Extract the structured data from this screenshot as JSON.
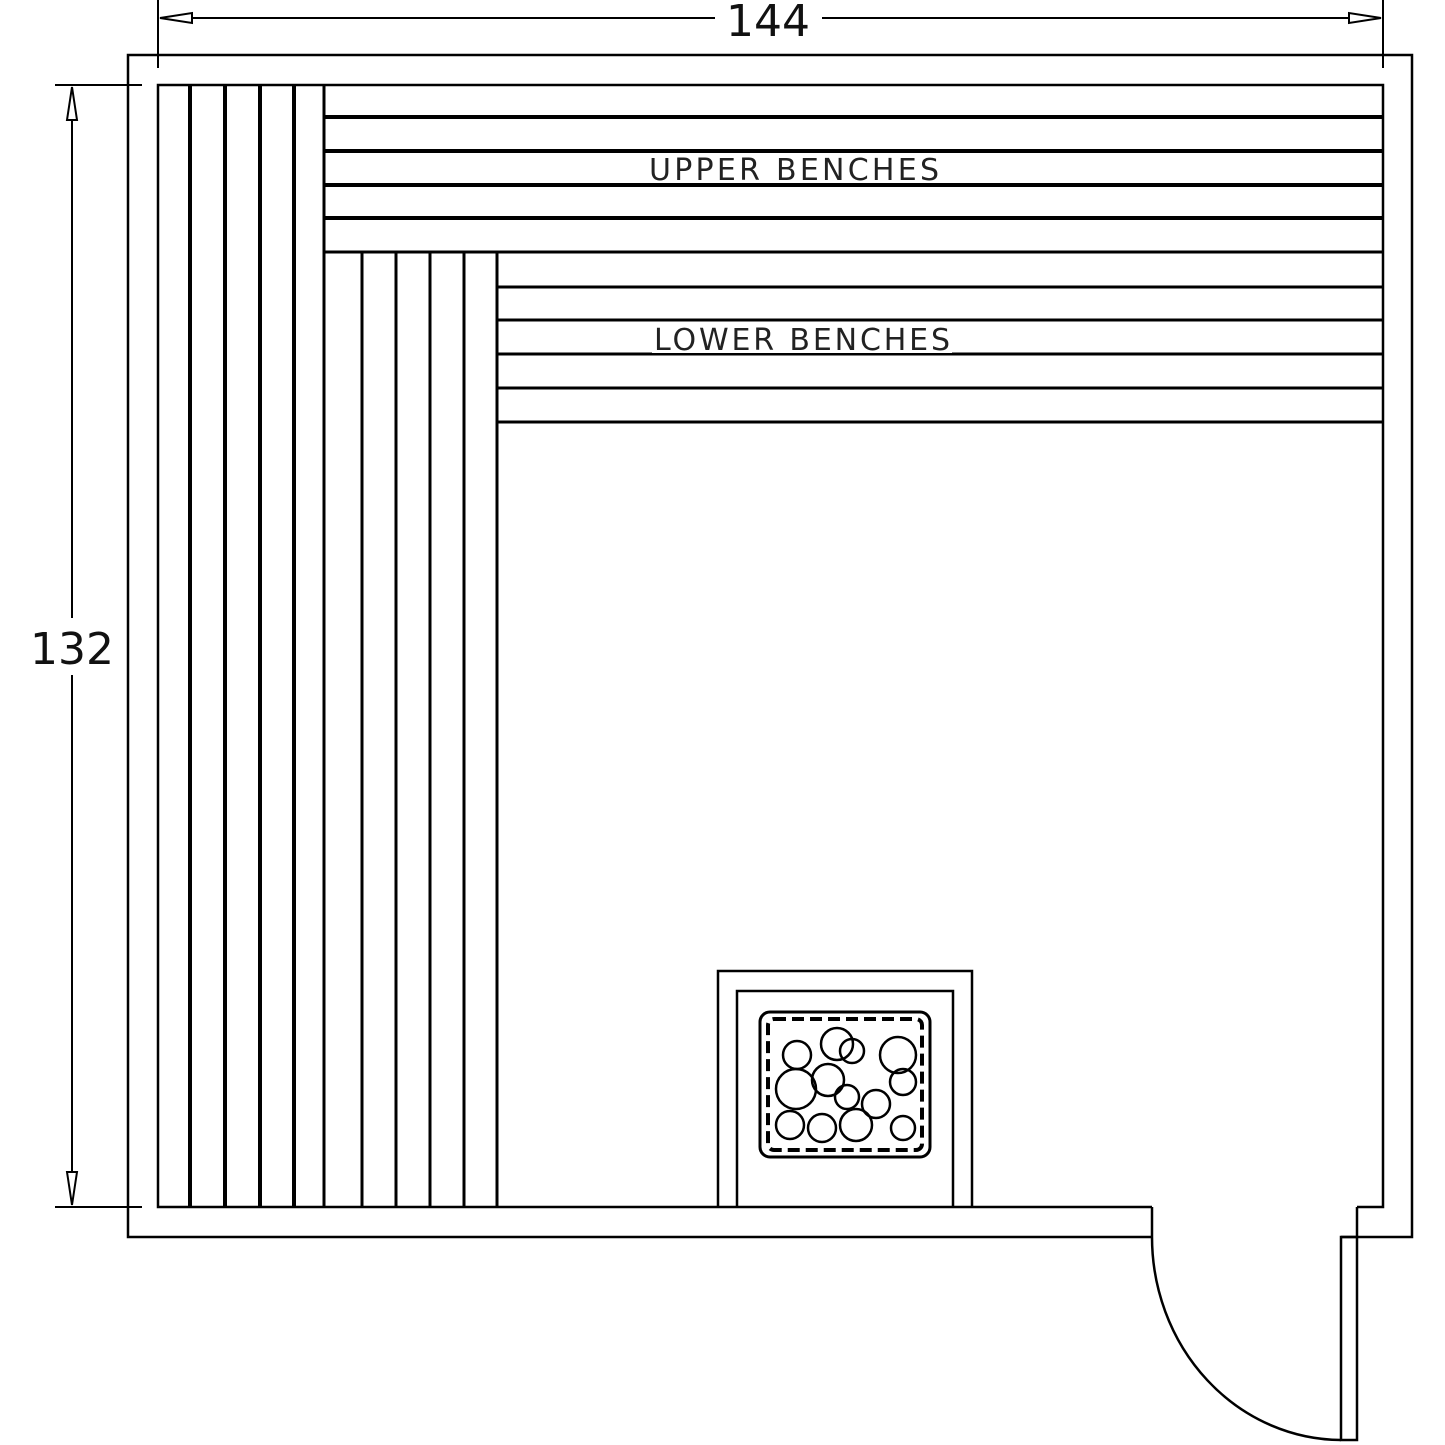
{
  "drawing": {
    "type": "sauna-floor-plan",
    "line_color": "#000000",
    "background": "#ffffff"
  },
  "dimensions": {
    "width_label": "144",
    "height_label": "132"
  },
  "labels": {
    "upper_benches": "UPPER  BENCHES",
    "lower_benches": "LOWER  BENCHES"
  },
  "elements": {
    "heater": "sauna-heater-with-stones",
    "door": "swing-door"
  }
}
